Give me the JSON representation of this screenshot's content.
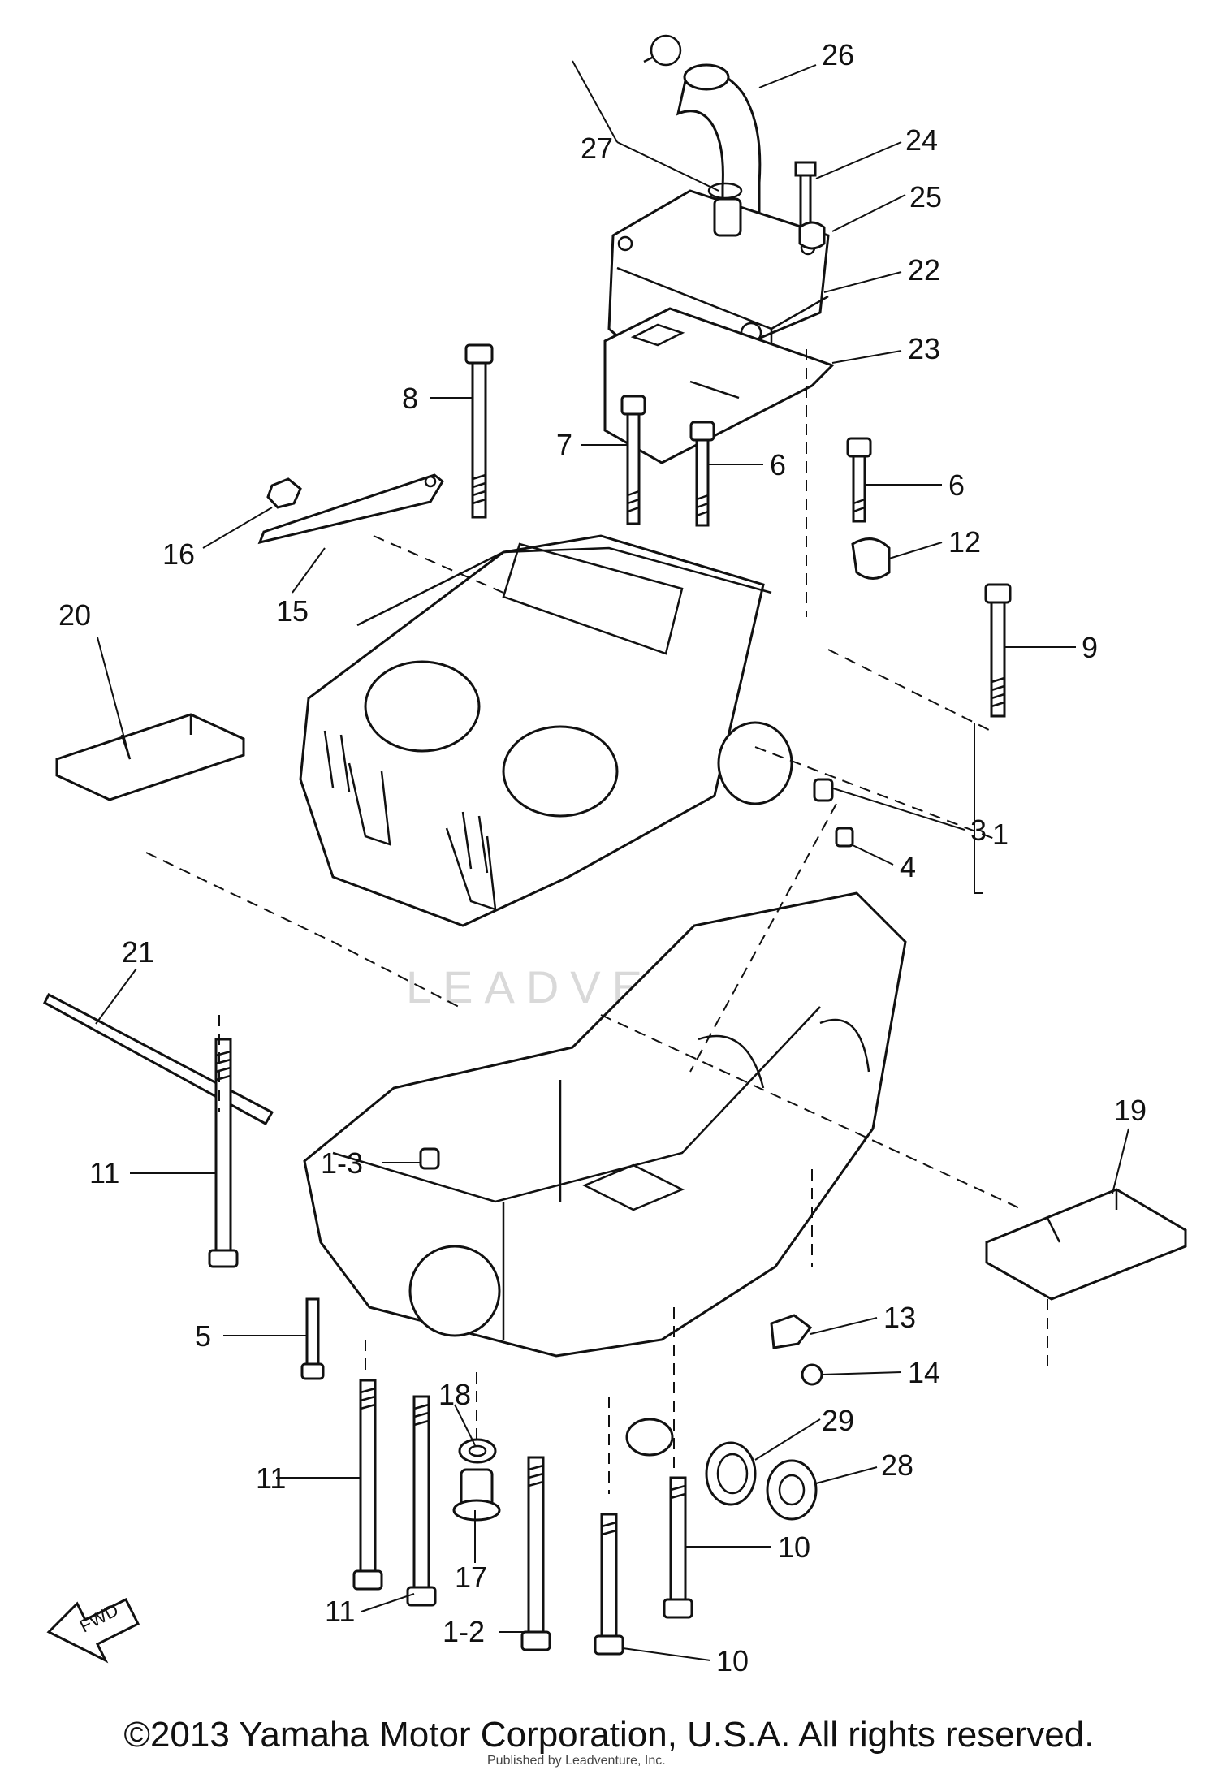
{
  "diagram": {
    "callouts": [
      {
        "id": "26",
        "text": "26"
      },
      {
        "id": "27",
        "text": "27"
      },
      {
        "id": "24",
        "text": "24"
      },
      {
        "id": "25",
        "text": "25"
      },
      {
        "id": "22",
        "text": "22"
      },
      {
        "id": "23",
        "text": "23"
      },
      {
        "id": "8",
        "text": "8"
      },
      {
        "id": "7",
        "text": "7"
      },
      {
        "id": "6a",
        "text": "6"
      },
      {
        "id": "6b",
        "text": "6"
      },
      {
        "id": "12",
        "text": "12"
      },
      {
        "id": "16",
        "text": "16"
      },
      {
        "id": "15",
        "text": "15"
      },
      {
        "id": "20",
        "text": "20"
      },
      {
        "id": "9",
        "text": "9"
      },
      {
        "id": "3a",
        "text": "3"
      },
      {
        "id": "1",
        "text": "1"
      },
      {
        "id": "4",
        "text": "4"
      },
      {
        "id": "21",
        "text": "21"
      },
      {
        "id": "19",
        "text": "19"
      },
      {
        "id": "11a",
        "text": "11"
      },
      {
        "id": "1-3",
        "text": "1-3"
      },
      {
        "id": "5",
        "text": "5"
      },
      {
        "id": "13",
        "text": "13"
      },
      {
        "id": "14",
        "text": "14"
      },
      {
        "id": "18",
        "text": "18"
      },
      {
        "id": "29",
        "text": "29"
      },
      {
        "id": "28",
        "text": "28"
      },
      {
        "id": "11b",
        "text": "11"
      },
      {
        "id": "17",
        "text": "17"
      },
      {
        "id": "10a",
        "text": "10"
      },
      {
        "id": "11c",
        "text": "11"
      },
      {
        "id": "1-2",
        "text": "1-2"
      },
      {
        "id": "10b",
        "text": "10"
      }
    ],
    "fwd_badge": "FWD",
    "watermark": "LEADVENTURE"
  },
  "footer": {
    "copyright": "©2013 Yamaha Motor Corporation, U.S.A. All rights reserved.",
    "credit": "Published by Leadventure, Inc."
  }
}
